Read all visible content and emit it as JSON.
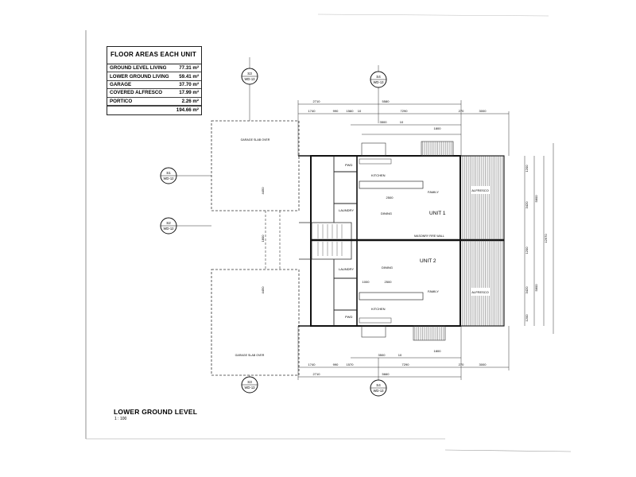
{
  "area_table": {
    "title": "FLOOR AREAS EACH UNIT",
    "rows": [
      {
        "label": "GROUND LEVEL LIVING",
        "value": "77.31 m²"
      },
      {
        "label": "LOWER GROUND LIVING",
        "value": "59.41 m²"
      },
      {
        "label": "GARAGE",
        "value": "37.70 m²"
      },
      {
        "label": "COVERED ALFRESCO",
        "value": "17.99 m²"
      },
      {
        "label": "PORTICO",
        "value": "2.26 m²"
      }
    ],
    "total": "194.66 m²"
  },
  "plan": {
    "title": "LOWER GROUND LEVEL",
    "scale": "1 : 100"
  },
  "rooms": {
    "garage_top": "GARAGE SLAB OVER",
    "garage_bottom": "GARAGE SLAB OVER",
    "unit1": "UNIT 1",
    "unit2": "UNIT 2",
    "kitchen": "KITCHEN",
    "dining": "DINING",
    "family": "FAMILY",
    "laundry": "LAUNDRY",
    "pwd": "PWD",
    "alfresco": "ALFRESCO",
    "fire_wall": "MASONRY FIRE WALL"
  },
  "sections": [
    {
      "id": "S3",
      "sheet": "WD-13"
    },
    {
      "id": "S4",
      "sheet": "WD-13"
    },
    {
      "id": "S1",
      "sheet": "WD-12"
    },
    {
      "id": "S2",
      "sheet": "WD-12"
    },
    {
      "id": "S3",
      "sheet": "WD-13"
    },
    {
      "id": "S4",
      "sheet": "WD-13"
    }
  ],
  "dims": {
    "top": [
      "2710",
      "5580",
      "1740",
      "990",
      "1560",
      "10",
      "7290",
      "270",
      "3000",
      "3500",
      "10",
      "1800"
    ],
    "bottom": [
      "3500",
      "10",
      "1800",
      "1740",
      "990",
      "1570",
      "7290",
      "270",
      "3000",
      "2710",
      "5660"
    ],
    "right": [
      "1200",
      "3420",
      "5800",
      "12970",
      "1200",
      "3420",
      "5800",
      "1200"
    ],
    "inner": [
      "4450",
      "1800",
      "2500",
      "1000",
      "2500",
      "4450"
    ]
  }
}
